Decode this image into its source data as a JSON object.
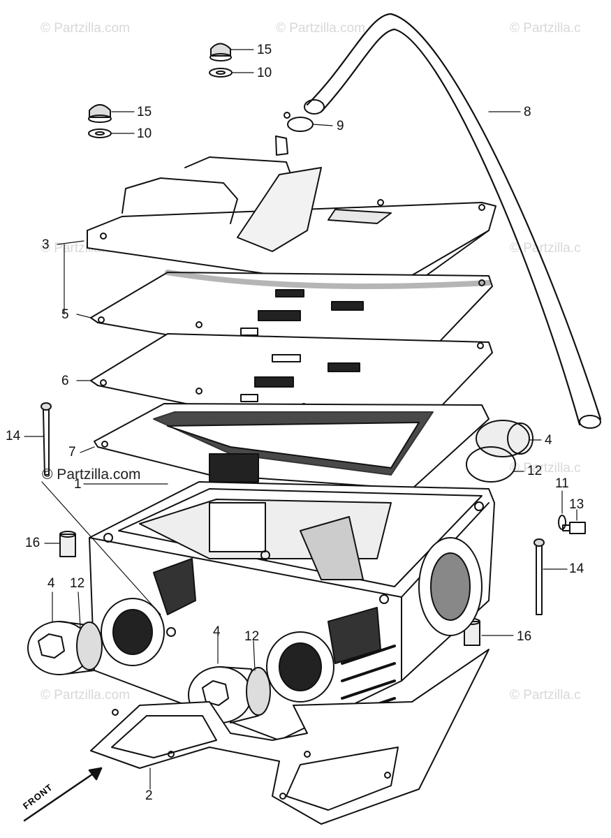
{
  "watermarks": {
    "text": "© Partzilla.com",
    "text_cut": "© Partzilla.c",
    "prominent": "© Partzilla.com"
  },
  "front_label": "FRONT",
  "callouts": {
    "c15a": "15",
    "c10a": "10",
    "c15b": "15",
    "c10b": "10",
    "c8": "8",
    "c9": "9",
    "c3": "3",
    "c5": "5",
    "c6": "6",
    "c14a": "14",
    "c7": "7",
    "c1": "1",
    "c4a": "4",
    "c12a": "12",
    "c11": "11",
    "c13": "13",
    "c16a": "16",
    "c14b": "14",
    "c4b": "4",
    "c12b": "12",
    "c4c": "4",
    "c12c": "12",
    "c16b": "16",
    "c2": "2"
  },
  "colors": {
    "ink": "#111111",
    "watermark": "#d8d8d8",
    "shade": "#2a2a2a"
  }
}
